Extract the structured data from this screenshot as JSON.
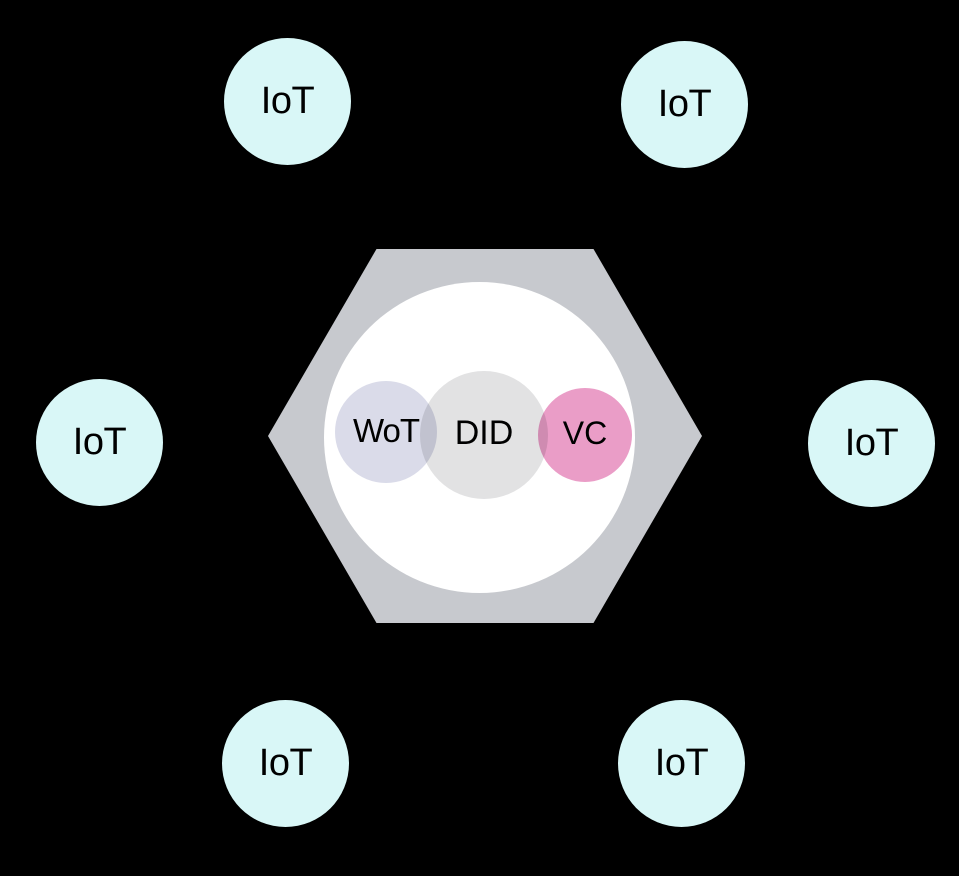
{
  "diagram": {
    "description": "Six IoT nodes arranged around a central hexagon containing a Venn-style group of WoT, DID and VC circles",
    "colors": {
      "background": "#000000",
      "iot_node_fill": "#d9f7f7",
      "hexagon_fill": "#c7c9ce",
      "hexagon_inner_fill": "#ffffff",
      "wot_fill": "#dadbe9",
      "did_fill": "#e2e2e3",
      "vc_fill": "#ea9dc7",
      "label_text": "#000000"
    },
    "iot_nodes": [
      {
        "label": "IoT",
        "position": "top-left"
      },
      {
        "label": "IoT",
        "position": "top-right"
      },
      {
        "label": "IoT",
        "position": "middle-left"
      },
      {
        "label": "IoT",
        "position": "middle-right"
      },
      {
        "label": "IoT",
        "position": "bottom-left"
      },
      {
        "label": "IoT",
        "position": "bottom-right"
      }
    ],
    "venn": [
      {
        "id": "wot",
        "label": "WoT"
      },
      {
        "id": "did",
        "label": "DID"
      },
      {
        "id": "vc",
        "label": "VC"
      }
    ]
  }
}
